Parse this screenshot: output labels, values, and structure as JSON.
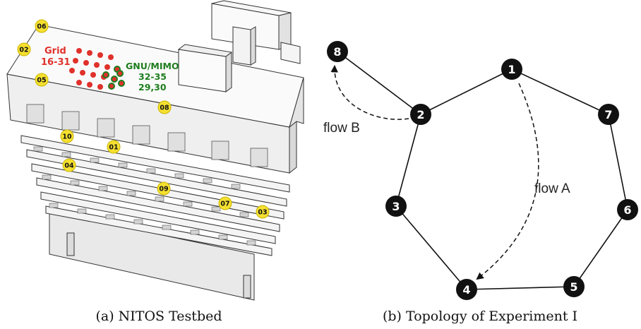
{
  "left_panel": {
    "caption": "(a) NITOS Testbed",
    "grid_label_line1": "Grid",
    "grid_label_line2": "16-31",
    "gnu_label_line1": "GNU/MIMO",
    "gnu_label_line2": "32-35",
    "gnu_label_line3": "29,30",
    "badges": [
      "06",
      "02",
      "05",
      "08",
      "10",
      "01",
      "04",
      "09",
      "07",
      "03"
    ],
    "colors": {
      "badge": "#f5e030",
      "grid_label": "#e0312b",
      "gnu_label": "#1e7d1e"
    }
  },
  "right_panel": {
    "caption": "(b) Topology of Experiment I",
    "nodes": [
      "1",
      "2",
      "3",
      "4",
      "5",
      "6",
      "7",
      "8"
    ],
    "flow_a_label": "flow A",
    "flow_b_label": "flow B"
  }
}
